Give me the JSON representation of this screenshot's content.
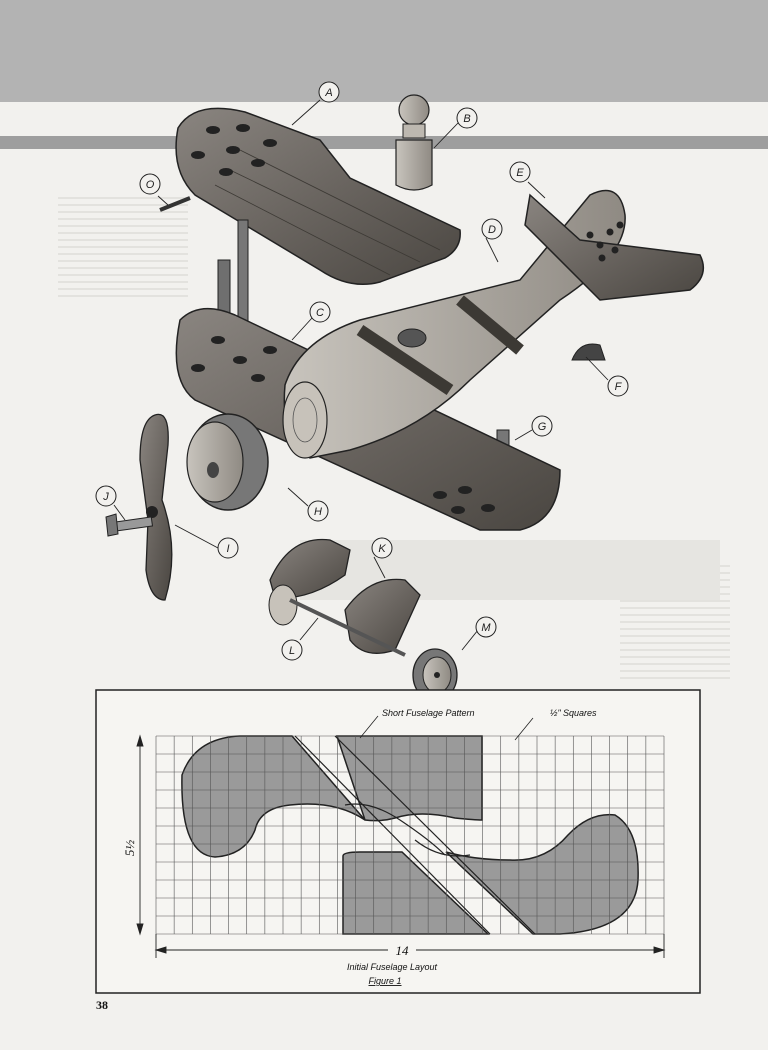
{
  "page": {
    "number": "38"
  },
  "callouts": [
    {
      "letter": "A"
    },
    {
      "letter": "B"
    },
    {
      "letter": "C"
    },
    {
      "letter": "D"
    },
    {
      "letter": "E"
    },
    {
      "letter": "F"
    },
    {
      "letter": "G"
    },
    {
      "letter": "H"
    },
    {
      "letter": "I"
    },
    {
      "letter": "J"
    },
    {
      "letter": "K"
    },
    {
      "letter": "L"
    },
    {
      "letter": "M"
    },
    {
      "letter": "O"
    }
  ],
  "figure": {
    "pattern_label": "Short Fuselage Pattern",
    "squares_value": "½\"",
    "squares_label": "Squares",
    "height_dim": "5½",
    "width_dim": "14",
    "layout_caption": "Initial Fuselage Layout",
    "figure_label": "Figure 1",
    "grid_columns": 28,
    "grid_rows": 11
  },
  "colors": {
    "pattern_fill": "#9a9a9a",
    "grid_line": "#555555",
    "top_band": "#b3b3b3"
  }
}
